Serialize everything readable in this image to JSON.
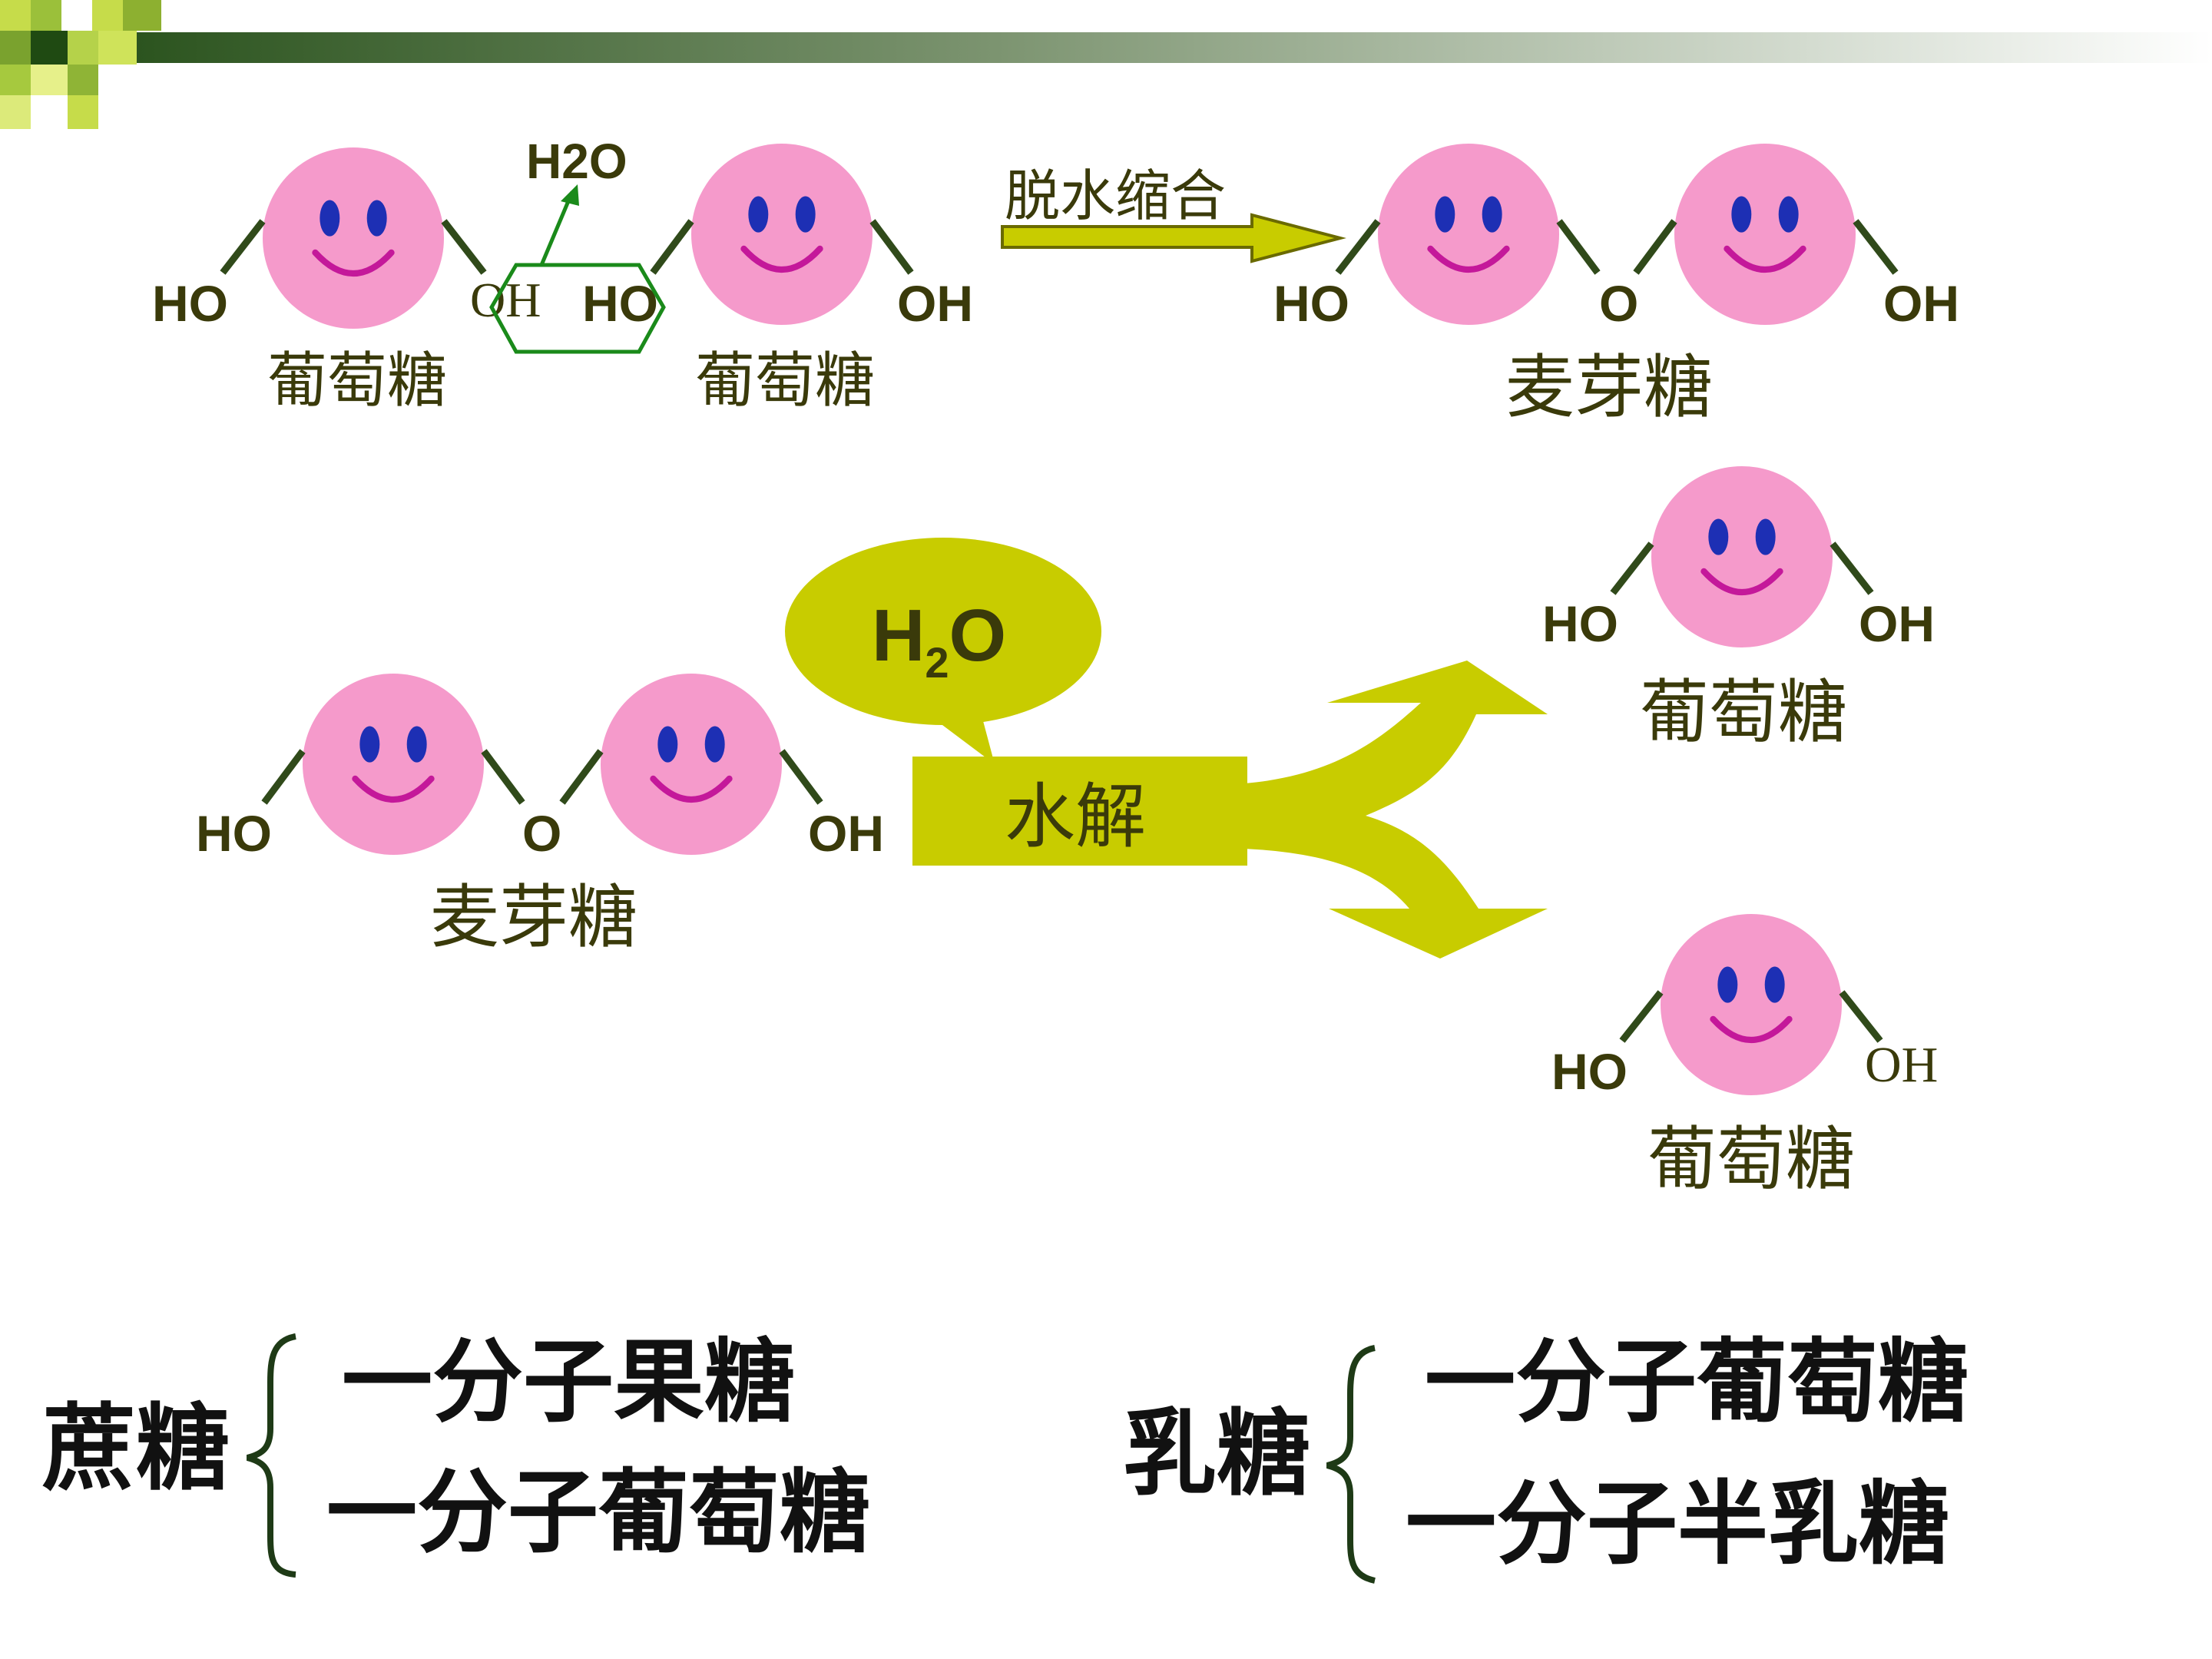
{
  "colors": {
    "face": "#f59acb",
    "eye": "#1d2fb4",
    "mouth": "#c4189a",
    "bond": "#304a1a",
    "accent": "#c8cc00",
    "text": "#3a3a0a",
    "water_arrow": "#1a8a1a"
  },
  "condensation": {
    "water": "H2O",
    "left_ho": "HO",
    "left_oh": "OH",
    "right_ho": "HO",
    "right_oh": "OH",
    "left_label": "葡萄糖",
    "right_label": "葡萄糖",
    "arrow_label": "脱水缩合",
    "product_ho": "HO",
    "product_o": "O",
    "product_oh": "OH",
    "product_label": "麦芽糖"
  },
  "hydrolysis": {
    "maltose_ho": "HO",
    "maltose_o": "O",
    "maltose_oh": "OH",
    "maltose_label": "麦芽糖",
    "water_h": "H",
    "water_sub": "2",
    "water_o": "O",
    "process_label": "水解",
    "top_ho": "HO",
    "top_oh": "OH",
    "top_label": "葡萄糖",
    "bottom_ho": "HO",
    "bottom_oh": "OH",
    "bottom_label": "葡萄糖"
  },
  "sucrose": {
    "name": "蔗糖",
    "parts": [
      "一分子果糖",
      "一分子葡萄糖"
    ]
  },
  "lactose": {
    "name": "乳糖",
    "parts": [
      "一分子葡萄糖",
      "一分子半乳糖"
    ]
  }
}
